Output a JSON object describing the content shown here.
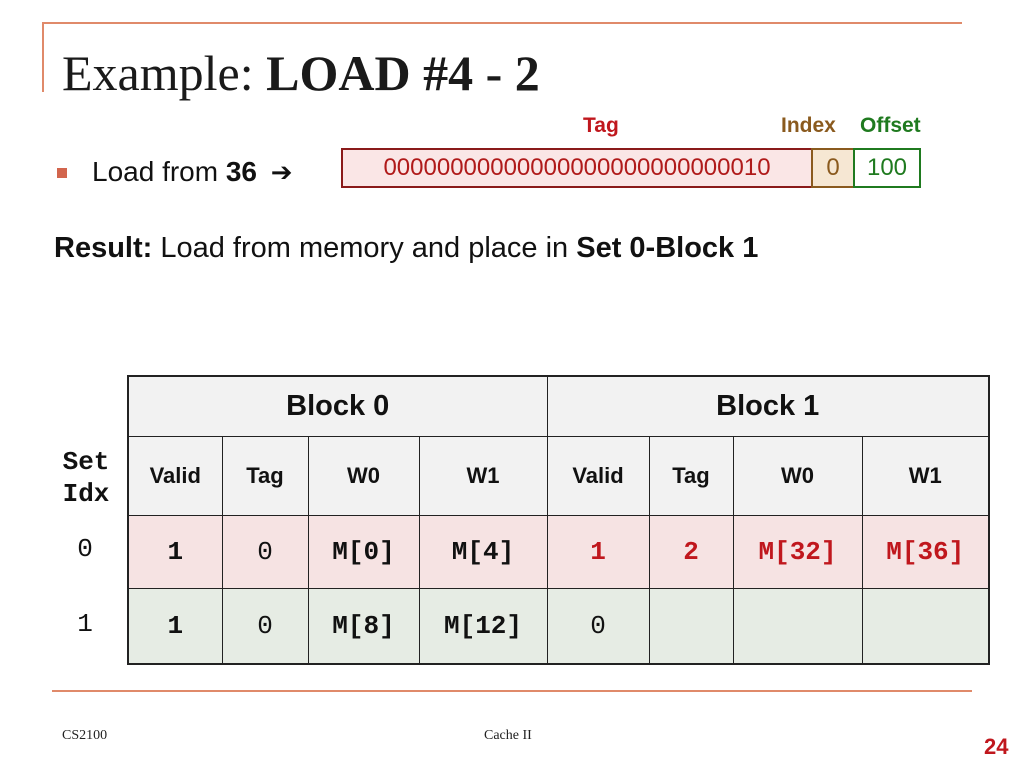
{
  "title": {
    "prefix": "Example:",
    "bold": "LOAD #4 - 2"
  },
  "address_labels": {
    "tag": "Tag",
    "index": "Index",
    "offset": "Offset"
  },
  "bullet": {
    "text": "Load from",
    "value": "36",
    "arrow": "➔"
  },
  "address": {
    "tag": "00000000000000000000000000010",
    "index": "0",
    "offset": "100"
  },
  "result": {
    "label": "Result:",
    "text": "Load from memory and place in",
    "target": "Set 0-Block 1"
  },
  "table": {
    "set_idx_header": [
      "Set",
      "Idx"
    ],
    "block_headers": [
      "Block 0",
      "Block 1"
    ],
    "columns": [
      "Valid",
      "Tag",
      "W0",
      "W1",
      "Valid",
      "Tag",
      "W0",
      "W1"
    ],
    "rows": [
      {
        "set": "0",
        "cells": [
          "1",
          "0",
          "M[0]",
          "M[4]",
          "1",
          "2",
          "M[32]",
          "M[36]"
        ]
      },
      {
        "set": "1",
        "cells": [
          "1",
          "0",
          "M[8]",
          "M[12]",
          "0",
          "",
          "",
          ""
        ]
      }
    ]
  },
  "footer": {
    "left": "CS2100",
    "center": "Cache II",
    "page": "24"
  },
  "colors": {
    "accent": "#e08a6a",
    "tag": "#c0171d",
    "index": "#8a5a1e",
    "offset": "#1f7a1f"
  }
}
